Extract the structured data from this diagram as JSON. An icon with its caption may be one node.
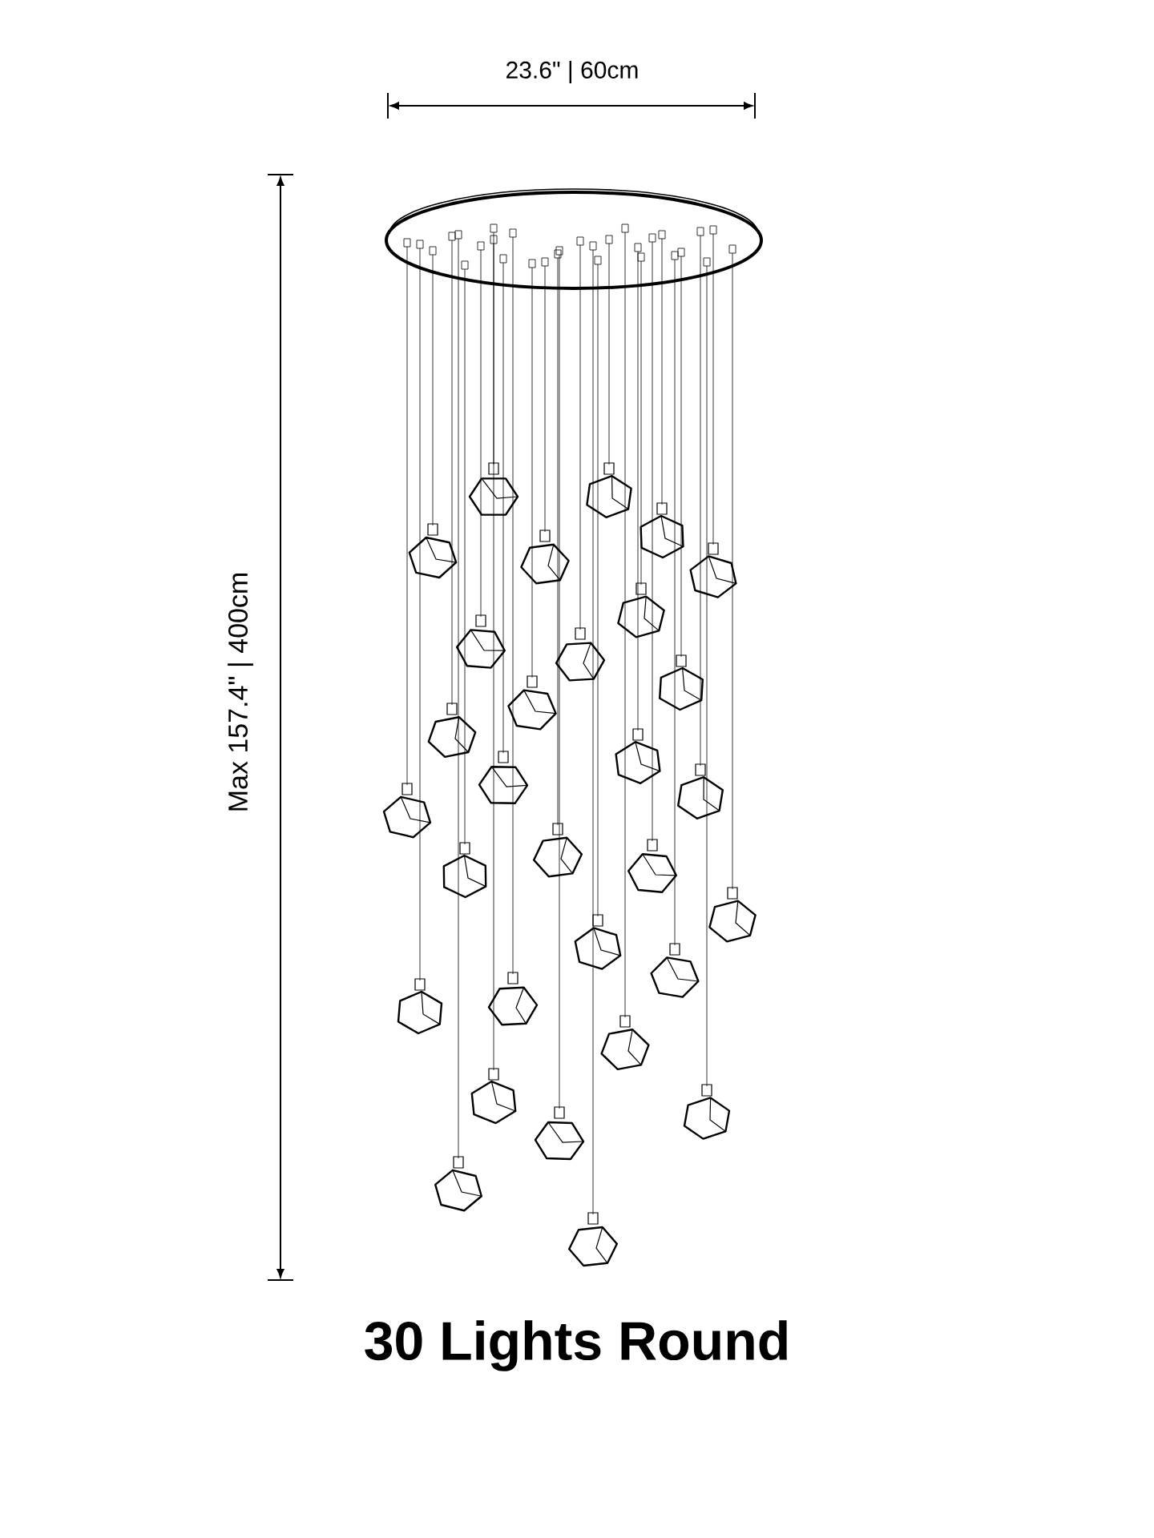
{
  "diagram": {
    "title": "30 Lights Round",
    "labels": [
      "23.6\" | 60cm",
      "Max 157.4\" | 400cm"
    ]
  }
}
